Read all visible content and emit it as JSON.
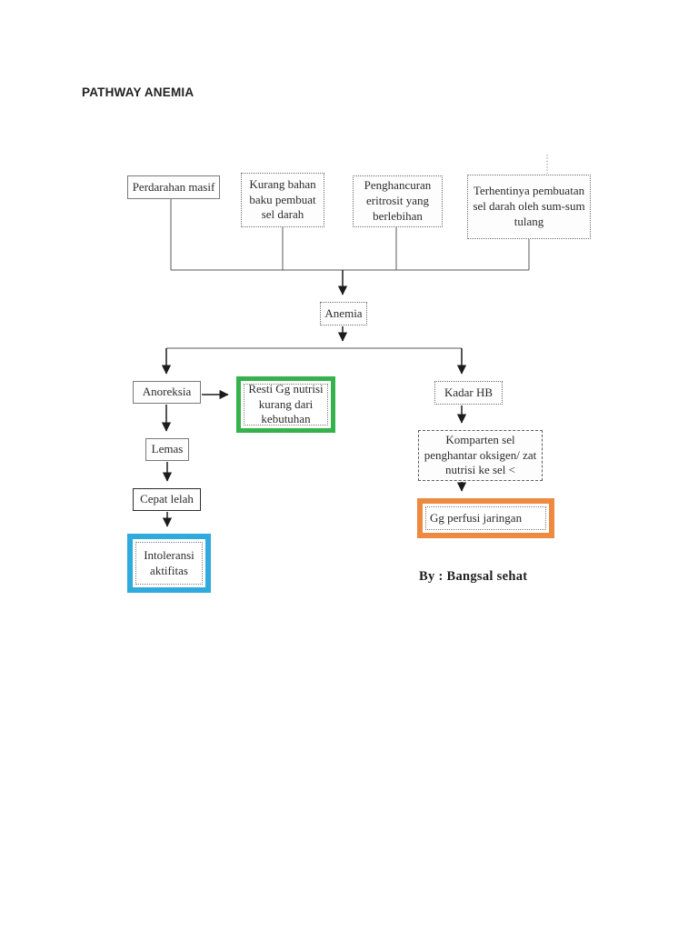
{
  "page": {
    "title": "PATHWAY ANEMIA",
    "byline": "By : Bangsal sehat"
  },
  "colors": {
    "highlight_green": "#35b24b",
    "highlight_blue": "#2faadd",
    "highlight_orange": "#ed8a3f",
    "connector_line": "#5a5a5a",
    "arrow": "#1c1c1c"
  },
  "nodes": {
    "perdarahan_masif": {
      "label": "Perdarahan masif"
    },
    "kurang_bahan": {
      "label": "Kurang bahan baku pembuat sel darah"
    },
    "penghancuran": {
      "label": "Penghancuran eritrosit yang berlebihan"
    },
    "terhentinya": {
      "label": "Terhentinya pembuatan sel darah oleh sum-sum tulang"
    },
    "anemia": {
      "label": "Anemia"
    },
    "anoreksia": {
      "label": "Anoreksia"
    },
    "resti_gg": {
      "label": "Resti Gg nutrisi kurang dari kebutuhan"
    },
    "kadar_hb": {
      "label": "Kadar HB"
    },
    "lemas": {
      "label": "Lemas"
    },
    "cepat_lelah": {
      "label": "Cepat lelah"
    },
    "intoleransi": {
      "label": "Intoleransi aktifitas"
    },
    "komparten": {
      "label": "Komparten sel penghantar oksigen/ zat nutrisi ke sel <"
    },
    "gg_perfusi": {
      "label": "Gg perfusi jaringan"
    }
  }
}
